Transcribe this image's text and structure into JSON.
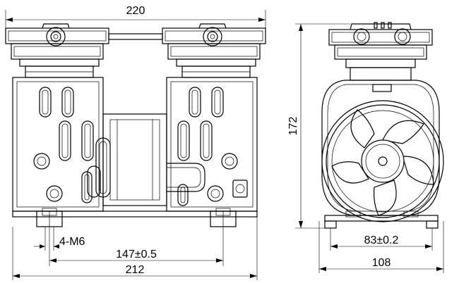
{
  "dimensions": {
    "overall_top": "220",
    "overall_bottom": "212",
    "mount_spacing": "147±0.5",
    "mount_holes": "4-M6",
    "height": "172",
    "side_width": "108",
    "side_mount_spacing": "83±0.2"
  },
  "icons": {
    "fan": "fan-icon",
    "label_plate": "nameplate-icon"
  }
}
